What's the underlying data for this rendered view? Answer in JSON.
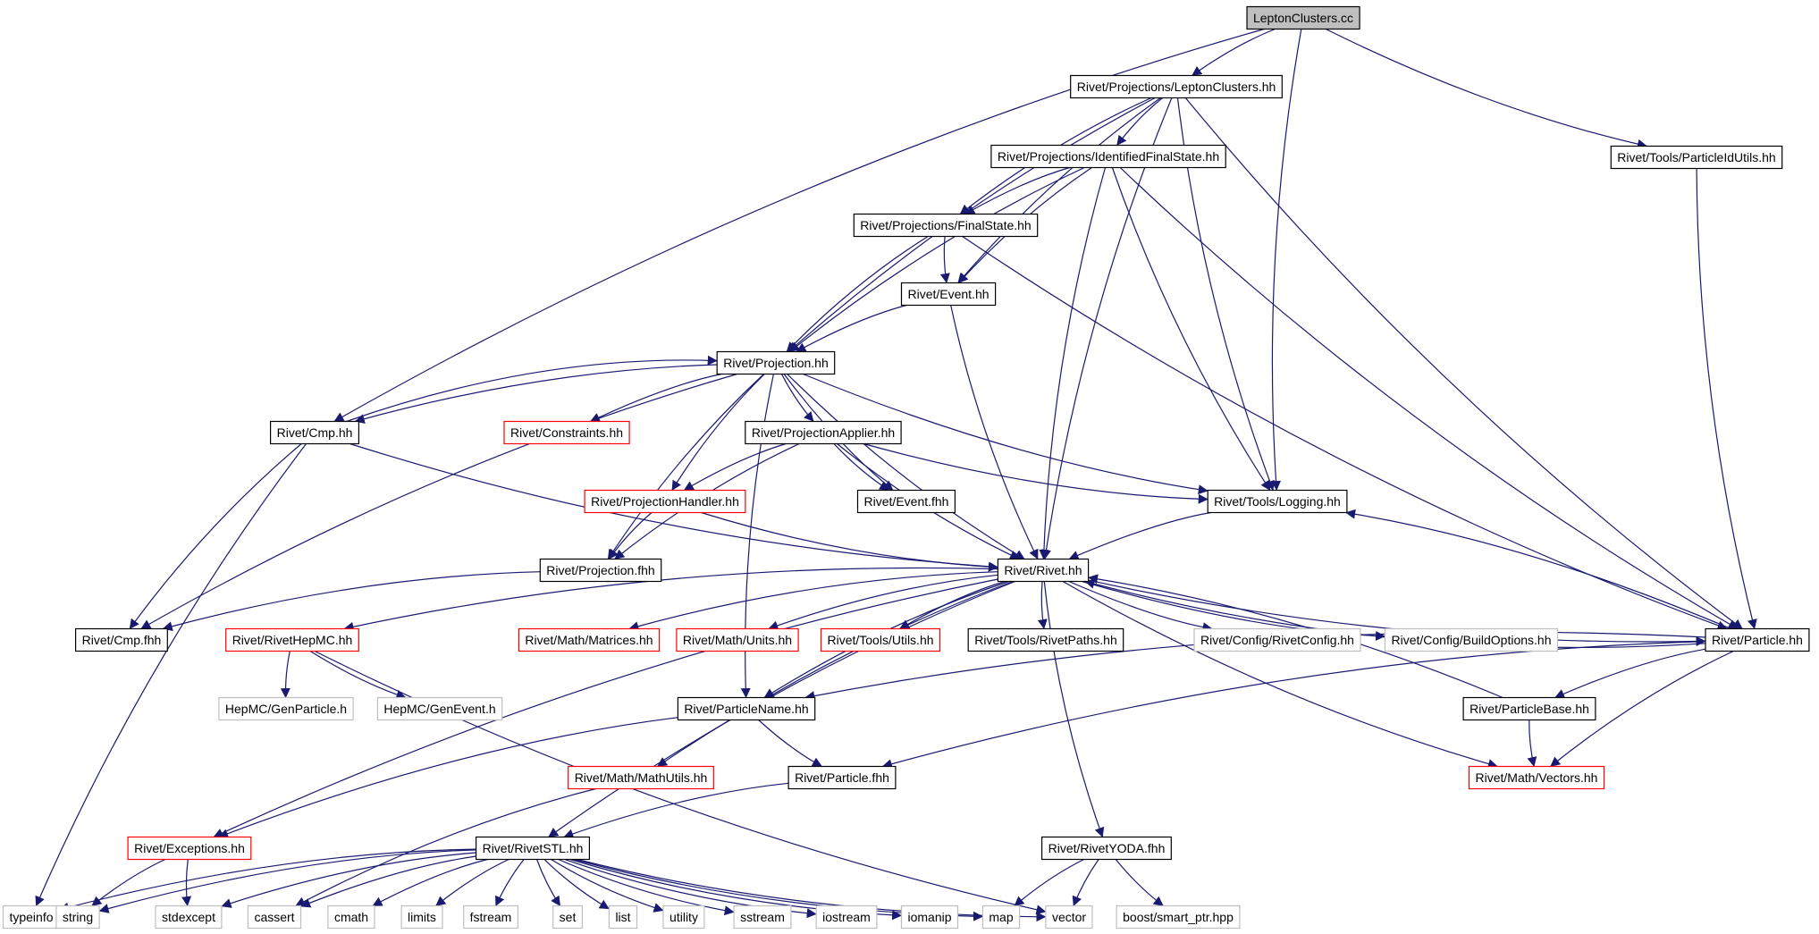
{
  "diagram": {
    "colors": {
      "edge": "#191970",
      "root_fill": "#bfbfbf",
      "normal_border": "#000000",
      "truncated_border": "#ff0000",
      "external_border": "#bfbfbf",
      "background": "#ffffff"
    },
    "nodes": [
      {
        "id": "lepton_cc",
        "label": "LeptonClusters.cc",
        "style": "root"
      },
      {
        "id": "proj_lepton",
        "label": "Rivet/Projections/LeptonClusters.hh",
        "style": "normal"
      },
      {
        "id": "partid",
        "label": "Rivet/Tools/ParticleIdUtils.hh",
        "style": "normal"
      },
      {
        "id": "idfs",
        "label": "Rivet/Projections/IdentifiedFinalState.hh",
        "style": "normal"
      },
      {
        "id": "fs",
        "label": "Rivet/Projections/FinalState.hh",
        "style": "normal"
      },
      {
        "id": "event_hh",
        "label": "Rivet/Event.hh",
        "style": "normal"
      },
      {
        "id": "projection_hh",
        "label": "Rivet/Projection.hh",
        "style": "normal"
      },
      {
        "id": "cmp_hh",
        "label": "Rivet/Cmp.hh",
        "style": "normal"
      },
      {
        "id": "constraints",
        "label": "Rivet/Constraints.hh",
        "style": "truncated"
      },
      {
        "id": "projapplier",
        "label": "Rivet/ProjectionApplier.hh",
        "style": "normal"
      },
      {
        "id": "logging",
        "label": "Rivet/Tools/Logging.hh",
        "style": "normal"
      },
      {
        "id": "projhandler",
        "label": "Rivet/ProjectionHandler.hh",
        "style": "truncated"
      },
      {
        "id": "event_fhh",
        "label": "Rivet/Event.fhh",
        "style": "normal"
      },
      {
        "id": "projection_fhh",
        "label": "Rivet/Projection.fhh",
        "style": "normal"
      },
      {
        "id": "rivet_hh",
        "label": "Rivet/Rivet.hh",
        "style": "normal"
      },
      {
        "id": "cmp_fhh",
        "label": "Rivet/Cmp.fhh",
        "style": "normal"
      },
      {
        "id": "rivethepmc",
        "label": "Rivet/RivetHepMC.hh",
        "style": "truncated"
      },
      {
        "id": "matrices",
        "label": "Rivet/Math/Matrices.hh",
        "style": "truncated"
      },
      {
        "id": "units",
        "label": "Rivet/Math/Units.hh",
        "style": "truncated"
      },
      {
        "id": "utils",
        "label": "Rivet/Tools/Utils.hh",
        "style": "truncated"
      },
      {
        "id": "rivetpaths",
        "label": "Rivet/Tools/RivetPaths.hh",
        "style": "normal"
      },
      {
        "id": "rivetconfig",
        "label": "Rivet/Config/RivetConfig.hh",
        "style": "external"
      },
      {
        "id": "buildoptions",
        "label": "Rivet/Config/BuildOptions.hh",
        "style": "external"
      },
      {
        "id": "particle_hh",
        "label": "Rivet/Particle.hh",
        "style": "normal"
      },
      {
        "id": "genparticle",
        "label": "HepMC/GenParticle.h",
        "style": "external"
      },
      {
        "id": "genevent",
        "label": "HepMC/GenEvent.h",
        "style": "external"
      },
      {
        "id": "particlename",
        "label": "Rivet/ParticleName.hh",
        "style": "normal"
      },
      {
        "id": "particlebase",
        "label": "Rivet/ParticleBase.hh",
        "style": "normal"
      },
      {
        "id": "mathutils",
        "label": "Rivet/Math/MathUtils.hh",
        "style": "truncated"
      },
      {
        "id": "particle_fhh",
        "label": "Rivet/Particle.fhh",
        "style": "normal"
      },
      {
        "id": "vectors",
        "label": "Rivet/Math/Vectors.hh",
        "style": "truncated"
      },
      {
        "id": "exceptions",
        "label": "Rivet/Exceptions.hh",
        "style": "truncated"
      },
      {
        "id": "rivetstl",
        "label": "Rivet/RivetSTL.hh",
        "style": "normal"
      },
      {
        "id": "rivetyoda",
        "label": "Rivet/RivetYODA.fhh",
        "style": "normal"
      },
      {
        "id": "typeinfo",
        "label": "typeinfo",
        "style": "external"
      },
      {
        "id": "string",
        "label": "string",
        "style": "external"
      },
      {
        "id": "stdexcept",
        "label": "stdexcept",
        "style": "external"
      },
      {
        "id": "cassert",
        "label": "cassert",
        "style": "external"
      },
      {
        "id": "cmath",
        "label": "cmath",
        "style": "external"
      },
      {
        "id": "limits",
        "label": "limits",
        "style": "external"
      },
      {
        "id": "fstream",
        "label": "fstream",
        "style": "external"
      },
      {
        "id": "set",
        "label": "set",
        "style": "external"
      },
      {
        "id": "list",
        "label": "list",
        "style": "external"
      },
      {
        "id": "utility",
        "label": "utility",
        "style": "external"
      },
      {
        "id": "sstream",
        "label": "sstream",
        "style": "external"
      },
      {
        "id": "iostream",
        "label": "iostream",
        "style": "external"
      },
      {
        "id": "iomanip",
        "label": "iomanip",
        "style": "external"
      },
      {
        "id": "map",
        "label": "map",
        "style": "external"
      },
      {
        "id": "vector",
        "label": "vector",
        "style": "external"
      },
      {
        "id": "smartptr",
        "label": "boost/smart_ptr.hpp",
        "style": "external"
      }
    ],
    "edges": [
      {
        "from": "lepton_cc",
        "to": "proj_lepton"
      },
      {
        "from": "lepton_cc",
        "to": "cmp_hh"
      },
      {
        "from": "lepton_cc",
        "to": "logging"
      },
      {
        "from": "lepton_cc",
        "to": "partid"
      },
      {
        "from": "proj_lepton",
        "to": "idfs"
      },
      {
        "from": "proj_lepton",
        "to": "fs"
      },
      {
        "from": "proj_lepton",
        "to": "event_hh"
      },
      {
        "from": "proj_lepton",
        "to": "projection_hh"
      },
      {
        "from": "proj_lepton",
        "to": "rivet_hh"
      },
      {
        "from": "proj_lepton",
        "to": "logging"
      },
      {
        "from": "proj_lepton",
        "to": "particle_hh"
      },
      {
        "from": "partid",
        "to": "particle_hh"
      },
      {
        "from": "idfs",
        "to": "fs"
      },
      {
        "from": "idfs",
        "to": "event_hh"
      },
      {
        "from": "idfs",
        "to": "projection_hh"
      },
      {
        "from": "idfs",
        "to": "rivet_hh"
      },
      {
        "from": "idfs",
        "to": "logging"
      },
      {
        "from": "idfs",
        "to": "particle_hh"
      },
      {
        "from": "fs",
        "to": "event_hh"
      },
      {
        "from": "fs",
        "to": "projection_hh"
      },
      {
        "from": "fs",
        "to": "particle_hh"
      },
      {
        "from": "event_hh",
        "to": "projection_hh"
      },
      {
        "from": "event_hh",
        "to": "rivet_hh"
      },
      {
        "from": "projection_hh",
        "to": "cmp_hh"
      },
      {
        "from": "projection_hh",
        "to": "constraints"
      },
      {
        "from": "projection_hh",
        "to": "projapplier"
      },
      {
        "from": "projection_hh",
        "to": "projhandler"
      },
      {
        "from": "projection_hh",
        "to": "event_fhh"
      },
      {
        "from": "projection_hh",
        "to": "logging"
      },
      {
        "from": "projection_hh",
        "to": "projection_fhh"
      },
      {
        "from": "projection_hh",
        "to": "rivet_hh"
      },
      {
        "from": "projection_hh",
        "to": "cmp_fhh"
      },
      {
        "from": "projection_hh",
        "to": "particlename"
      },
      {
        "from": "cmp_hh",
        "to": "projection_hh"
      },
      {
        "from": "cmp_hh",
        "to": "cmp_fhh"
      },
      {
        "from": "cmp_hh",
        "to": "rivet_hh"
      },
      {
        "from": "cmp_hh",
        "to": "typeinfo"
      },
      {
        "from": "projapplier",
        "to": "projhandler"
      },
      {
        "from": "projapplier",
        "to": "event_fhh"
      },
      {
        "from": "projapplier",
        "to": "logging"
      },
      {
        "from": "projapplier",
        "to": "projection_fhh"
      },
      {
        "from": "projapplier",
        "to": "rivet_hh"
      },
      {
        "from": "projhandler",
        "to": "projection_fhh"
      },
      {
        "from": "projhandler",
        "to": "rivet_hh"
      },
      {
        "from": "logging",
        "to": "rivet_hh"
      },
      {
        "from": "projection_fhh",
        "to": "cmp_fhh"
      },
      {
        "from": "rivet_hh",
        "to": "rivethepmc"
      },
      {
        "from": "rivet_hh",
        "to": "matrices"
      },
      {
        "from": "rivet_hh",
        "to": "units"
      },
      {
        "from": "rivet_hh",
        "to": "utils"
      },
      {
        "from": "rivet_hh",
        "to": "rivetpaths"
      },
      {
        "from": "rivet_hh",
        "to": "rivetconfig"
      },
      {
        "from": "rivet_hh",
        "to": "buildoptions"
      },
      {
        "from": "rivet_hh",
        "to": "particle_hh"
      },
      {
        "from": "rivet_hh",
        "to": "particlename"
      },
      {
        "from": "rivet_hh",
        "to": "mathutils"
      },
      {
        "from": "rivet_hh",
        "to": "vectors"
      },
      {
        "from": "rivet_hh",
        "to": "exceptions"
      },
      {
        "from": "rivet_hh",
        "to": "rivetstl"
      },
      {
        "from": "rivet_hh",
        "to": "rivetyoda"
      },
      {
        "from": "particle_hh",
        "to": "rivet_hh"
      },
      {
        "from": "particle_hh",
        "to": "logging"
      },
      {
        "from": "particle_hh",
        "to": "particlename"
      },
      {
        "from": "particle_hh",
        "to": "particlebase"
      },
      {
        "from": "particle_hh",
        "to": "particle_fhh"
      },
      {
        "from": "particle_hh",
        "to": "vectors"
      },
      {
        "from": "particlebase",
        "to": "rivet_hh"
      },
      {
        "from": "particlebase",
        "to": "vectors"
      },
      {
        "from": "rivethepmc",
        "to": "genparticle"
      },
      {
        "from": "rivethepmc",
        "to": "genevent"
      },
      {
        "from": "rivethepmc",
        "to": "vector"
      },
      {
        "from": "particlename",
        "to": "particle_fhh"
      },
      {
        "from": "particlename",
        "to": "exceptions"
      },
      {
        "from": "particle_fhh",
        "to": "rivetstl"
      },
      {
        "from": "mathutils",
        "to": "cassert"
      },
      {
        "from": "exceptions",
        "to": "string"
      },
      {
        "from": "exceptions",
        "to": "stdexcept"
      },
      {
        "from": "rivetstl",
        "to": "typeinfo"
      },
      {
        "from": "rivetstl",
        "to": "string"
      },
      {
        "from": "rivetstl",
        "to": "stdexcept"
      },
      {
        "from": "rivetstl",
        "to": "cassert"
      },
      {
        "from": "rivetstl",
        "to": "cmath"
      },
      {
        "from": "rivetstl",
        "to": "limits"
      },
      {
        "from": "rivetstl",
        "to": "fstream"
      },
      {
        "from": "rivetstl",
        "to": "set"
      },
      {
        "from": "rivetstl",
        "to": "list"
      },
      {
        "from": "rivetstl",
        "to": "utility"
      },
      {
        "from": "rivetstl",
        "to": "sstream"
      },
      {
        "from": "rivetstl",
        "to": "iostream"
      },
      {
        "from": "rivetstl",
        "to": "iomanip"
      },
      {
        "from": "rivetstl",
        "to": "map"
      },
      {
        "from": "rivetstl",
        "to": "vector"
      },
      {
        "from": "rivetyoda",
        "to": "map"
      },
      {
        "from": "rivetyoda",
        "to": "vector"
      },
      {
        "from": "rivetyoda",
        "to": "smartptr"
      }
    ]
  }
}
